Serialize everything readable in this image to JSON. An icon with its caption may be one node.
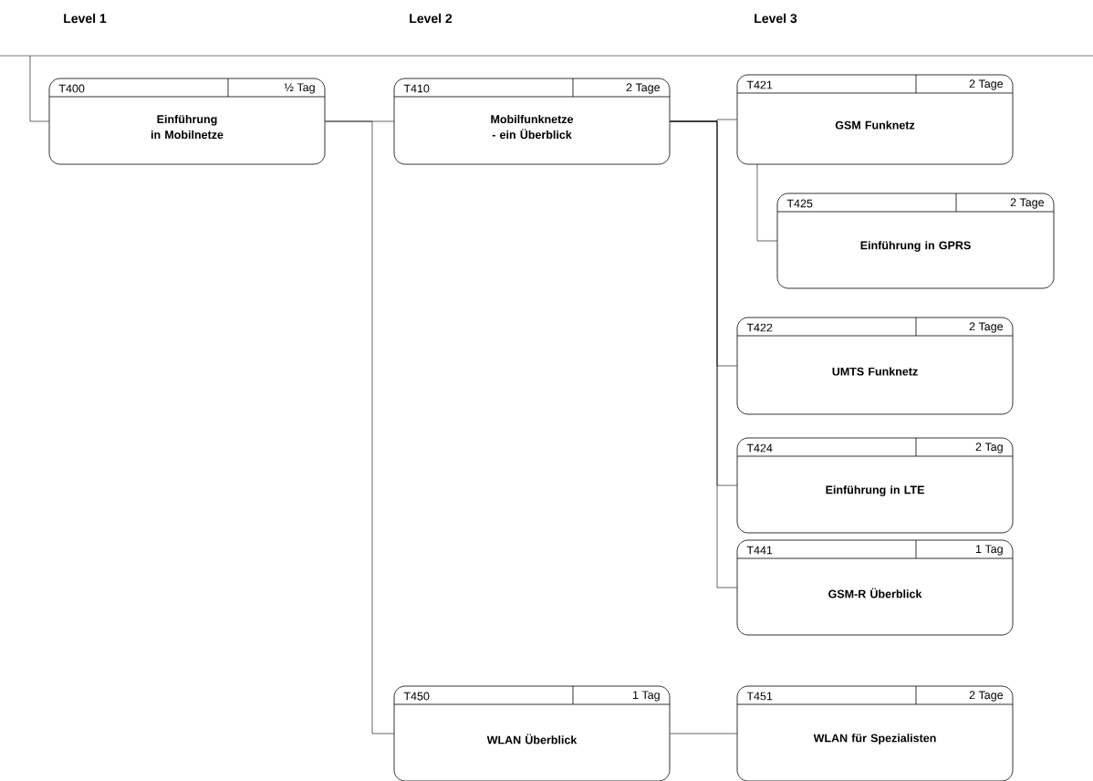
{
  "diagram": {
    "nodes": [
      {
        "text": [
          "T400",
          "½ Tag",
          "Einführung in Mobilnetze"
        ]
      },
      {
        "text": [
          "T410",
          "2 Tage",
          "Mobilfunknetze - ein Überblick"
        ]
      },
      {
        "text": [
          "T421",
          "2 Tage",
          "GSM Funknetz"
        ]
      },
      {
        "text": [
          "T425",
          "2 Tage",
          "Einführung in GPRS"
        ]
      },
      {
        "text": [
          "T422",
          "2 Tage",
          "UMTS Funknetz"
        ]
      },
      {
        "text": [
          "T424",
          "2 Tag",
          "Einführung in LTE"
        ]
      },
      {
        "text": [
          "T441",
          "1 Tag",
          "GSM-R Überblick"
        ]
      },
      {
        "text": [
          "T450",
          "1 Tag",
          "WLAN Überblick"
        ]
      },
      {
        "text": [
          "T451",
          "2 Tage",
          "WLAN für Spezialisten"
        ]
      }
    ],
    "edges": [
      {
        "from": null,
        "to": 0,
        "arrow": "none"
      },
      {
        "from": 0,
        "to": 1,
        "arrow": "none"
      },
      {
        "from": 1,
        "to": 2,
        "arrow": "none"
      },
      {
        "from": 2,
        "to": 3,
        "arrow": "none"
      },
      {
        "from": 1,
        "to": 4,
        "arrow": "none"
      },
      {
        "from": 1,
        "to": 5,
        "arrow": "none"
      },
      {
        "from": 1,
        "to": 6,
        "arrow": "none"
      },
      {
        "from": 0,
        "to": 7,
        "arrow": "none"
      },
      {
        "from": 7,
        "to": 8,
        "arrow": "none"
      }
    ],
    "labels": [
      "Level 1",
      "Level 2",
      "Level 3"
    ]
  }
}
